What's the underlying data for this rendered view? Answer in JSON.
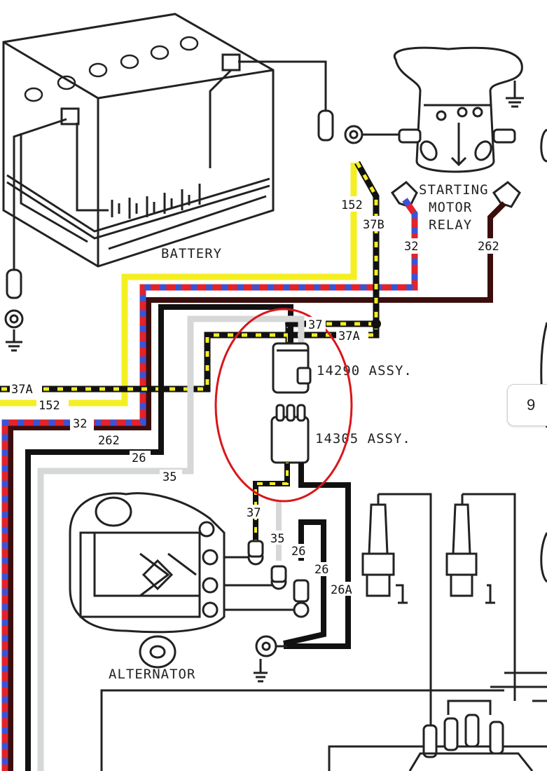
{
  "labels": {
    "battery": "BATTERY",
    "relay_line1": "STARTING",
    "relay_line2": "MOTOR",
    "relay_line3": "RELAY",
    "assy_14290": "14290 ASSY.",
    "assy_14305": "14305 ASSY.",
    "alternator": "ALTERNATOR"
  },
  "wires": {
    "w152": "152",
    "w37b": "37B",
    "w32": "32",
    "w262": "262",
    "w37": "37",
    "w37a": "37A",
    "w37a_left": "37A",
    "w152_left": "152",
    "w32_left": "32",
    "w262_left": "262",
    "w26_left": "26",
    "w35_left": "35",
    "w37_low": "37",
    "w35_low": "35",
    "w26_a": "26",
    "w26_b": "26",
    "w26a": "26A"
  },
  "page_tab": {
    "number": "9"
  },
  "colors": {
    "yellow": "#f4ef22",
    "black": "#111111",
    "red": "#e2232a",
    "blue": "#3a53d6",
    "dark_brown": "#3a0e0c",
    "light_gray": "#d6d8d8",
    "annotation_red": "#d9161b"
  }
}
